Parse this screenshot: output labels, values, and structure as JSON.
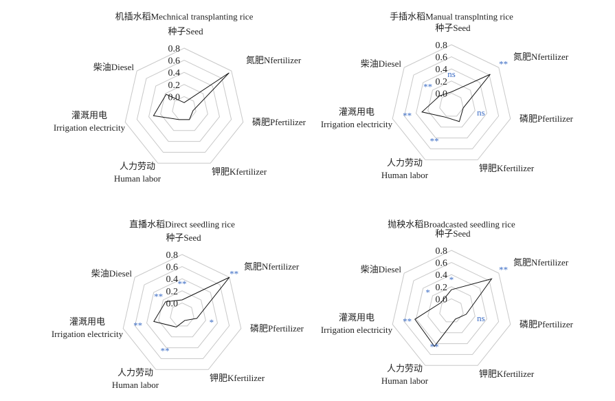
{
  "chart_data": [
    {
      "type": "radar",
      "title": "机插水稻Mechnical transplanting rice",
      "axes": [
        {
          "zh": "种子",
          "en": "Seed"
        },
        {
          "zh": "氮肥",
          "en": "Nfertilizer"
        },
        {
          "zh": "磷肥",
          "en": "Pfertilizer"
        },
        {
          "zh": "钾肥",
          "en": "Kfertilizer"
        },
        {
          "zh": "人力劳动",
          "en": "Human labor"
        },
        {
          "zh": "灌溉用电",
          "en": "Irrigation electricity"
        },
        {
          "zh": "柴油",
          "en": "Diesel"
        }
      ],
      "ticks": [
        "0.0",
        "0.2",
        "0.4",
        "0.6",
        "0.8"
      ],
      "range": [
        -0.2,
        0.8
      ],
      "values": [
        -0.1,
        0.75,
        -0.05,
        0.0,
        0.0,
        0.32,
        0.18
      ],
      "annotations": [
        "",
        "",
        "",
        "",
        "",
        "",
        ""
      ]
    },
    {
      "type": "radar",
      "title": "手插水稻Manual transplnting rice",
      "axes": [
        {
          "zh": "种子",
          "en": "Seed"
        },
        {
          "zh": "氮肥",
          "en": "Nfertilizer"
        },
        {
          "zh": "磷肥",
          "en": "Pfertilizer"
        },
        {
          "zh": "钾肥",
          "en": "Kfertilizer"
        },
        {
          "zh": "人力劳动",
          "en": "Human labor"
        },
        {
          "zh": "灌溉用电",
          "en": "Irrigation electricity"
        },
        {
          "zh": "柴油",
          "en": "Diesel"
        }
      ],
      "ticks": [
        "0.0",
        "0.2",
        "0.4",
        "0.6",
        "0.8"
      ],
      "range": [
        -0.2,
        0.8
      ],
      "values": [
        0.02,
        0.62,
        0.0,
        0.1,
        0.02,
        0.3,
        0.05
      ],
      "annotations": [
        "ns",
        "**",
        "ns",
        "",
        "**",
        "**",
        "**"
      ]
    },
    {
      "type": "radar",
      "title": "直播水稻Direct seedling rice",
      "axes": [
        {
          "zh": "种子",
          "en": "Seed"
        },
        {
          "zh": "氮肥",
          "en": "Nfertilizer"
        },
        {
          "zh": "磷肥",
          "en": "Pfertilizer"
        },
        {
          "zh": "钾肥",
          "en": "Kfertilizer"
        },
        {
          "zh": "人力劳动",
          "en": "Human labor"
        },
        {
          "zh": "灌溉用电",
          "en": "Irrigation electricity"
        },
        {
          "zh": "柴油",
          "en": "Diesel"
        }
      ],
      "ticks": [
        "0.0",
        "0.2",
        "0.4",
        "0.6",
        "0.8"
      ],
      "range": [
        -0.2,
        0.8
      ],
      "values": [
        0.05,
        0.8,
        0.05,
        -0.1,
        0.02,
        0.28,
        0.15
      ],
      "annotations": [
        "**",
        "**",
        "*",
        "",
        "**",
        "**",
        "**"
      ]
    },
    {
      "type": "radar",
      "title": "抛秧水稻Broadcasted seedling rice",
      "axes": [
        {
          "zh": "种子",
          "en": "Seed"
        },
        {
          "zh": "氮肥",
          "en": "Nfertilizer"
        },
        {
          "zh": "磷肥",
          "en": "Pfertilizer"
        },
        {
          "zh": "钾肥",
          "en": "Kfertilizer"
        },
        {
          "zh": "人力劳动",
          "en": "Human labor"
        },
        {
          "zh": "灌溉用电",
          "en": "Irrigation electricity"
        },
        {
          "zh": "柴油",
          "en": "Diesel"
        }
      ],
      "ticks": [
        "0.0",
        "0.2",
        "0.4",
        "0.6",
        "0.8"
      ],
      "range": [
        -0.2,
        0.8
      ],
      "values": [
        0.15,
        0.65,
        0.05,
        -0.05,
        0.45,
        0.42,
        0.02
      ],
      "annotations": [
        "*",
        "**",
        "ns",
        "",
        "**",
        "**",
        "*"
      ]
    }
  ],
  "colors": {
    "grid": "#c8c8c8",
    "line": "#111111",
    "annotation": "#3a6bc4",
    "text": "#222222"
  }
}
